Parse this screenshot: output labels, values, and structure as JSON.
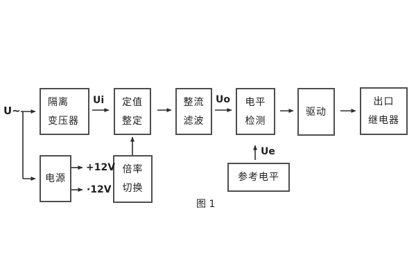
{
  "figure": {
    "caption": "图 1"
  },
  "signals": {
    "input": "U~",
    "ui": "Ui",
    "uo": "Uo",
    "ue": "Ue",
    "plus_12v": "+12V",
    "minus_12v": "·12V"
  },
  "blocks": {
    "isolation_transformer": {
      "line1": "隔离",
      "line2": "变压器"
    },
    "value_setting": {
      "line1": "定值",
      "line2": "整定"
    },
    "rectifier_filter": {
      "line1": "整流",
      "line2": "滤波"
    },
    "level_detection": {
      "line1": "电平",
      "line2": "检测"
    },
    "drive": {
      "line1": "驱动"
    },
    "output_relay": {
      "line1": "出口",
      "line2": "继电器"
    },
    "power_supply": {
      "line1": "电源"
    },
    "ratio_switch": {
      "line1": "倍率",
      "line2": "切换"
    },
    "reference_level": {
      "line1": "参考电平"
    }
  },
  "colors": {
    "line": "#2b2b2b",
    "border": "#4d4d4d",
    "text": "#1f1f1f",
    "background": "#ffffff"
  }
}
